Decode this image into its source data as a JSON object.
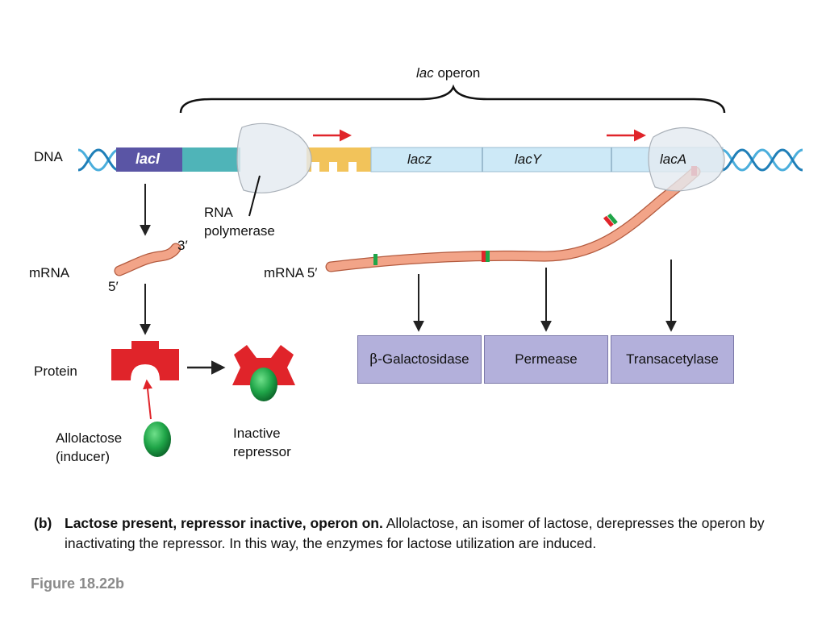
{
  "operon": {
    "italic": "lac",
    "rest": " operon"
  },
  "dna_label": "DNA",
  "genes": {
    "lacI": "lacI",
    "lacz": "lacz",
    "lacY": "lacY",
    "lacA": "lacA"
  },
  "rna_polymerase": [
    "RNA",
    "polymerase"
  ],
  "mrna_left": {
    "label": "mRNA",
    "three": "3′",
    "five": "5′"
  },
  "mrna_right": "mRNA 5′",
  "protein_label": "Protein",
  "inducer": [
    "Allolactose",
    "(inducer)"
  ],
  "inactive_repressor": [
    "Inactive",
    "repressor"
  ],
  "enzymes": [
    {
      "greek": "β",
      "rest": "-Galactosidase"
    },
    {
      "greek": "",
      "rest": "Permease"
    },
    {
      "greek": "",
      "rest": "Transacetylase"
    }
  ],
  "caption": {
    "tag": "(b)",
    "bold": "Lactose present, repressor inactive, operon on.",
    "text": " Allolactose, an isomer of lactose, derepresses the operon by inactivating the repressor. In this way, the enzymes for lactose utilization are induced."
  },
  "figure_label": "Figure 18.22b",
  "colors": {
    "lacI": "#5a55a5",
    "promoter": "#4fb4b8",
    "operator": "#f2c35a",
    "genes": "#cde9f7",
    "mrna": "#f2a488",
    "repressor": "#e0242a",
    "inducer": "#1fa548",
    "enzyme_box": "#b3b0db",
    "arrow_red": "#e0242a"
  }
}
